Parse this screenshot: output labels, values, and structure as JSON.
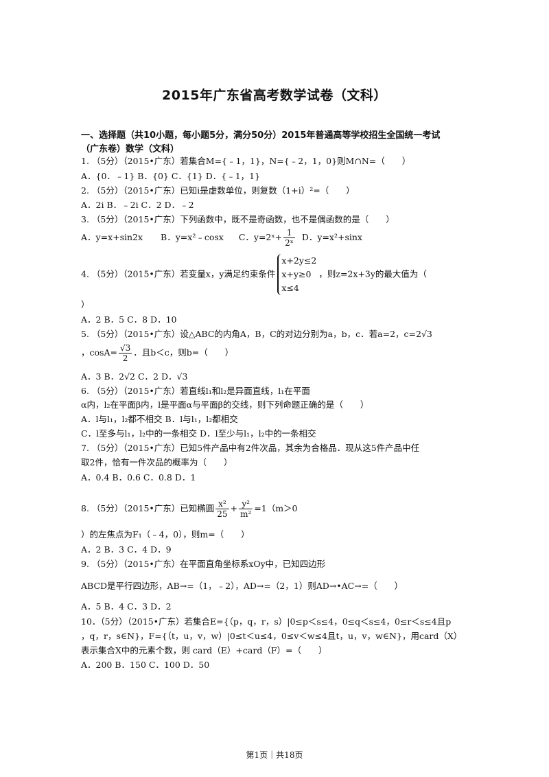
{
  "title": "2015年广东省高考数学试卷（文科）",
  "section": {
    "line1": "一、选择题（共10小题，每小题5分，满分50分）2015年普通高等学校招生全国统一考试",
    "line2": "（广东卷）数学（文科）"
  },
  "q1": {
    "stem": "1. （5分）（2015•广东）若集合M={﹣1，1}，N={﹣2，1，0}则M∩N=（　　）",
    "options": "A．{0．﹣1} B．{0}  C．{1}  D．{﹣1，1}"
  },
  "q2": {
    "stem": "2. （5分）（2015•广东）已知i是虚数单位，则复数（1+i）²=（　　）",
    "options": "A．2i    B．﹣2i  C．2     D．﹣2"
  },
  "q3": {
    "stem": "3. （5分）（2015•广东）下列函数中，既不是奇函数，也不是偶函数的是（　　）",
    "optA": "A．y=x+sin2x",
    "optB": "B．y=x²﹣cosx",
    "optC_pre": "C．y=2ˣ+",
    "optC_num": "1",
    "optC_den": "2ˣ",
    "optD": "D．y=x²+sinx"
  },
  "q4": {
    "stem_pre": "4. （5分）（2015•广东）若变量x，y满足约束条件",
    "c1": "x+2y≤2",
    "c2": "x+y≥0",
    "c3": "x≤4",
    "stem_post": "，则z=2x+3y的最大值为（",
    "stem_end": "）",
    "options": "A．2    B．5    C．8    D．10"
  },
  "q5": {
    "stem": "5. （5分）（2015•广东）设△ABC的内角A，B，C的对边分别为a，b，c．若a=2，c=2√3",
    "cos_pre": "，cosA=",
    "cos_num": "√3",
    "cos_den": "2",
    "cos_post": "．且b＜c，则b=（　　）",
    "options": "A．3    B．2√2  C．2     D．√3"
  },
  "q6": {
    "stem1": "6. （5分）（2015•广东）若直线l₁和l₂是异面直线，l₁在平面",
    "stem2": "α内，l₂在平面β内，l是平面α与平面β的交线，则下列命题正确的是（　　）",
    "optAB": "A．l与l₁，l₂都不相交  B．l与l₁，l₂都相交",
    "optCD": "C．l至多与l₁，l₂中的一条相交  D．l至少与l₁，l₂中的一条相交"
  },
  "q7": {
    "stem1": "7. （5分）（2015•广东）已知5件产品中有2件次品，其余为合格品．现从这5件产品中任",
    "stem2": "取2件，恰有一件次品的概率为（　　）",
    "options": "A．0.4  B．0.6  C．0.8  D．1"
  },
  "q8": {
    "stem_pre": "8. （5分）（2015•广东）已知椭圆",
    "f1_num": "x²",
    "f1_den": "25",
    "plus": "+",
    "f2_num": "y²",
    "f2_den": "m²",
    "stem_post": "=1（m＞0",
    "stem2": "）的左焦点为F₁（﹣4，0），则m=（　　）",
    "options": "A．2    B．3    C．4    D．9"
  },
  "q9": {
    "stem1": "9. （5分）（2015•广东）在平面直角坐标系xOy中，已知四边形",
    "stem2": "ABCD是平行四边形，AB→=（1，﹣2），AD→=（2，1）则AD→•AC→=（　　）",
    "options": "A．5    B．4    C．3    D．2"
  },
  "q10": {
    "stem1": "10．（5分）（2015•广东）若集合E={（p，q，r，s）|0≤p＜s≤4，0≤q＜s≤4，0≤r＜s≤4且p",
    "stem2": "，q，r，s∈N}，F={（t，u，v，w）|0≤t＜u≤4，0≤v＜w≤4且t，u，v，w∈N}，用card（X）",
    "stem3": "表示集合X中的元素个数，则 card（E）+card（F）=（　　）",
    "options": "A．200  B．150  C．100  D．50"
  },
  "footer": "第1页｜共18页"
}
